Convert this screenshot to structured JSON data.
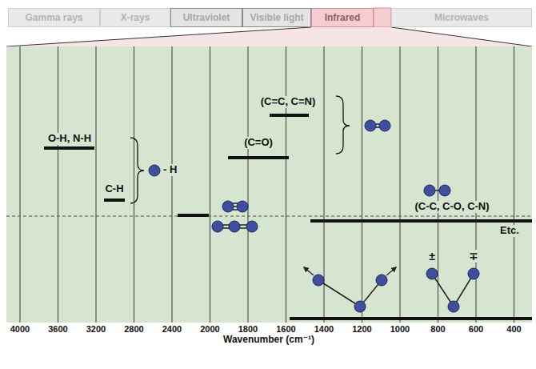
{
  "diagram": {
    "nodes": [
      {
        "text": [
          "Gamma rays"
        ]
      },
      {
        "text": [
          "X-rays"
        ]
      },
      {
        "text": [
          "Ultraviolet"
        ]
      },
      {
        "text": [
          "Visible light"
        ]
      },
      {
        "text": [
          "Infrared"
        ]
      },
      {
        "text": [
          "Microwaves"
        ]
      }
    ],
    "edges": [],
    "labels": [
      "O-H, N-H",
      "C-H",
      "- H",
      "(C=C, C=N)",
      "(C=O)",
      "(C-C, C-O, C-N)",
      "±",
      "∓",
      "Etc.",
      "4000",
      "3600",
      "3200",
      "2800",
      "2400",
      "2000",
      "1800",
      "1600",
      "1400",
      "1200",
      "1000",
      "800",
      "600",
      "400",
      "Wavenumber (cm⁻¹)"
    ]
  }
}
